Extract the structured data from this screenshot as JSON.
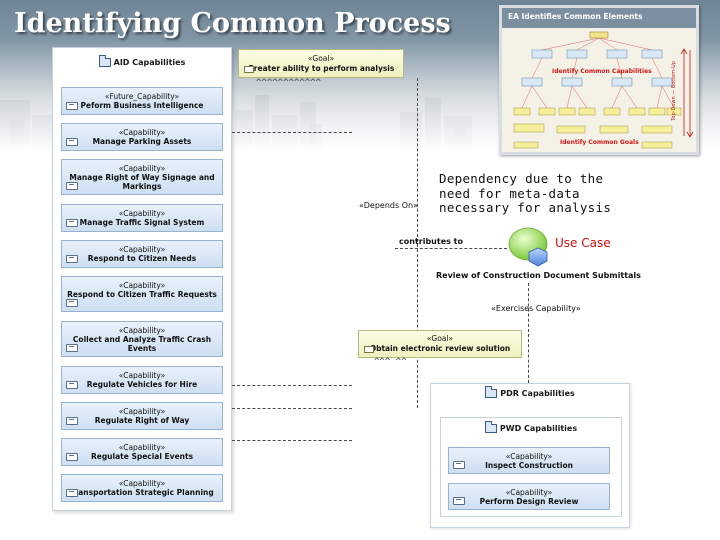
{
  "slide_title": "Identifying Common Process",
  "thumbnail": {
    "title": "EA Identifies Common Elements",
    "middle_label": "Identify Common Capabilities",
    "bottom_label": "Identify Common Goals",
    "side_label": "Top-Down — Bottom-Up"
  },
  "aid_package": {
    "title": "AID Capabilities",
    "items": [
      {
        "stereotype": "«Future_Capability»",
        "name": "Peform Business Intelligence"
      },
      {
        "stereotype": "«Capability»",
        "name": "Manage Parking Assets"
      },
      {
        "stereotype": "«Capability»",
        "name": "Manage Right of Way Signage and Markings"
      },
      {
        "stereotype": "«Capability»",
        "name": "Manage Traffic Signal System"
      },
      {
        "stereotype": "«Capability»",
        "name": "Respond to Citizen Needs"
      },
      {
        "stereotype": "«Capability»",
        "name": "Respond to Citizen Traffic Requests"
      },
      {
        "stereotype": "«Capability»",
        "name": "Collect and Analyze Traffic Crash Events"
      },
      {
        "stereotype": "«Capability»",
        "name": "Regulate Vehicles for Hire"
      },
      {
        "stereotype": "«Capability»",
        "name": "Regulate Right of Way"
      },
      {
        "stereotype": "«Capability»",
        "name": "Regulate Special Events"
      },
      {
        "stereotype": "«Capability»",
        "name": "Transportation Strategic Planning"
      }
    ]
  },
  "goal_top": {
    "stereotype": "«Goal»",
    "name": "Greater ability to perform analysis"
  },
  "goal_bottom": {
    "stereotype": "«Goal»",
    "name": "Obtain electronic review solution"
  },
  "depends_on_label": "«Depends On»",
  "dependency_note": [
    "Dependency due to the",
    "need for meta-data",
    "necessary for analysis"
  ],
  "contributes_to_label": "contributes to",
  "use_case_label": "Use Case",
  "use_case_name": "Review of Construction Document Submittals",
  "exercises_label": "«Exercises Capability»",
  "pdr_package": {
    "title": "PDR Capabilities"
  },
  "pwd_package": {
    "title": "PWD Capabilities",
    "items": [
      {
        "stereotype": "«Capability»",
        "name": "Inspect Construction"
      },
      {
        "stereotype": "«Capability»",
        "name": "Perform Design Review"
      }
    ]
  },
  "colors": {
    "capability_fill": "#cddff2",
    "goal_fill": "#f0f0c0",
    "use_case_text": "#c81010",
    "use_case_bubble": "#a8e060"
  }
}
